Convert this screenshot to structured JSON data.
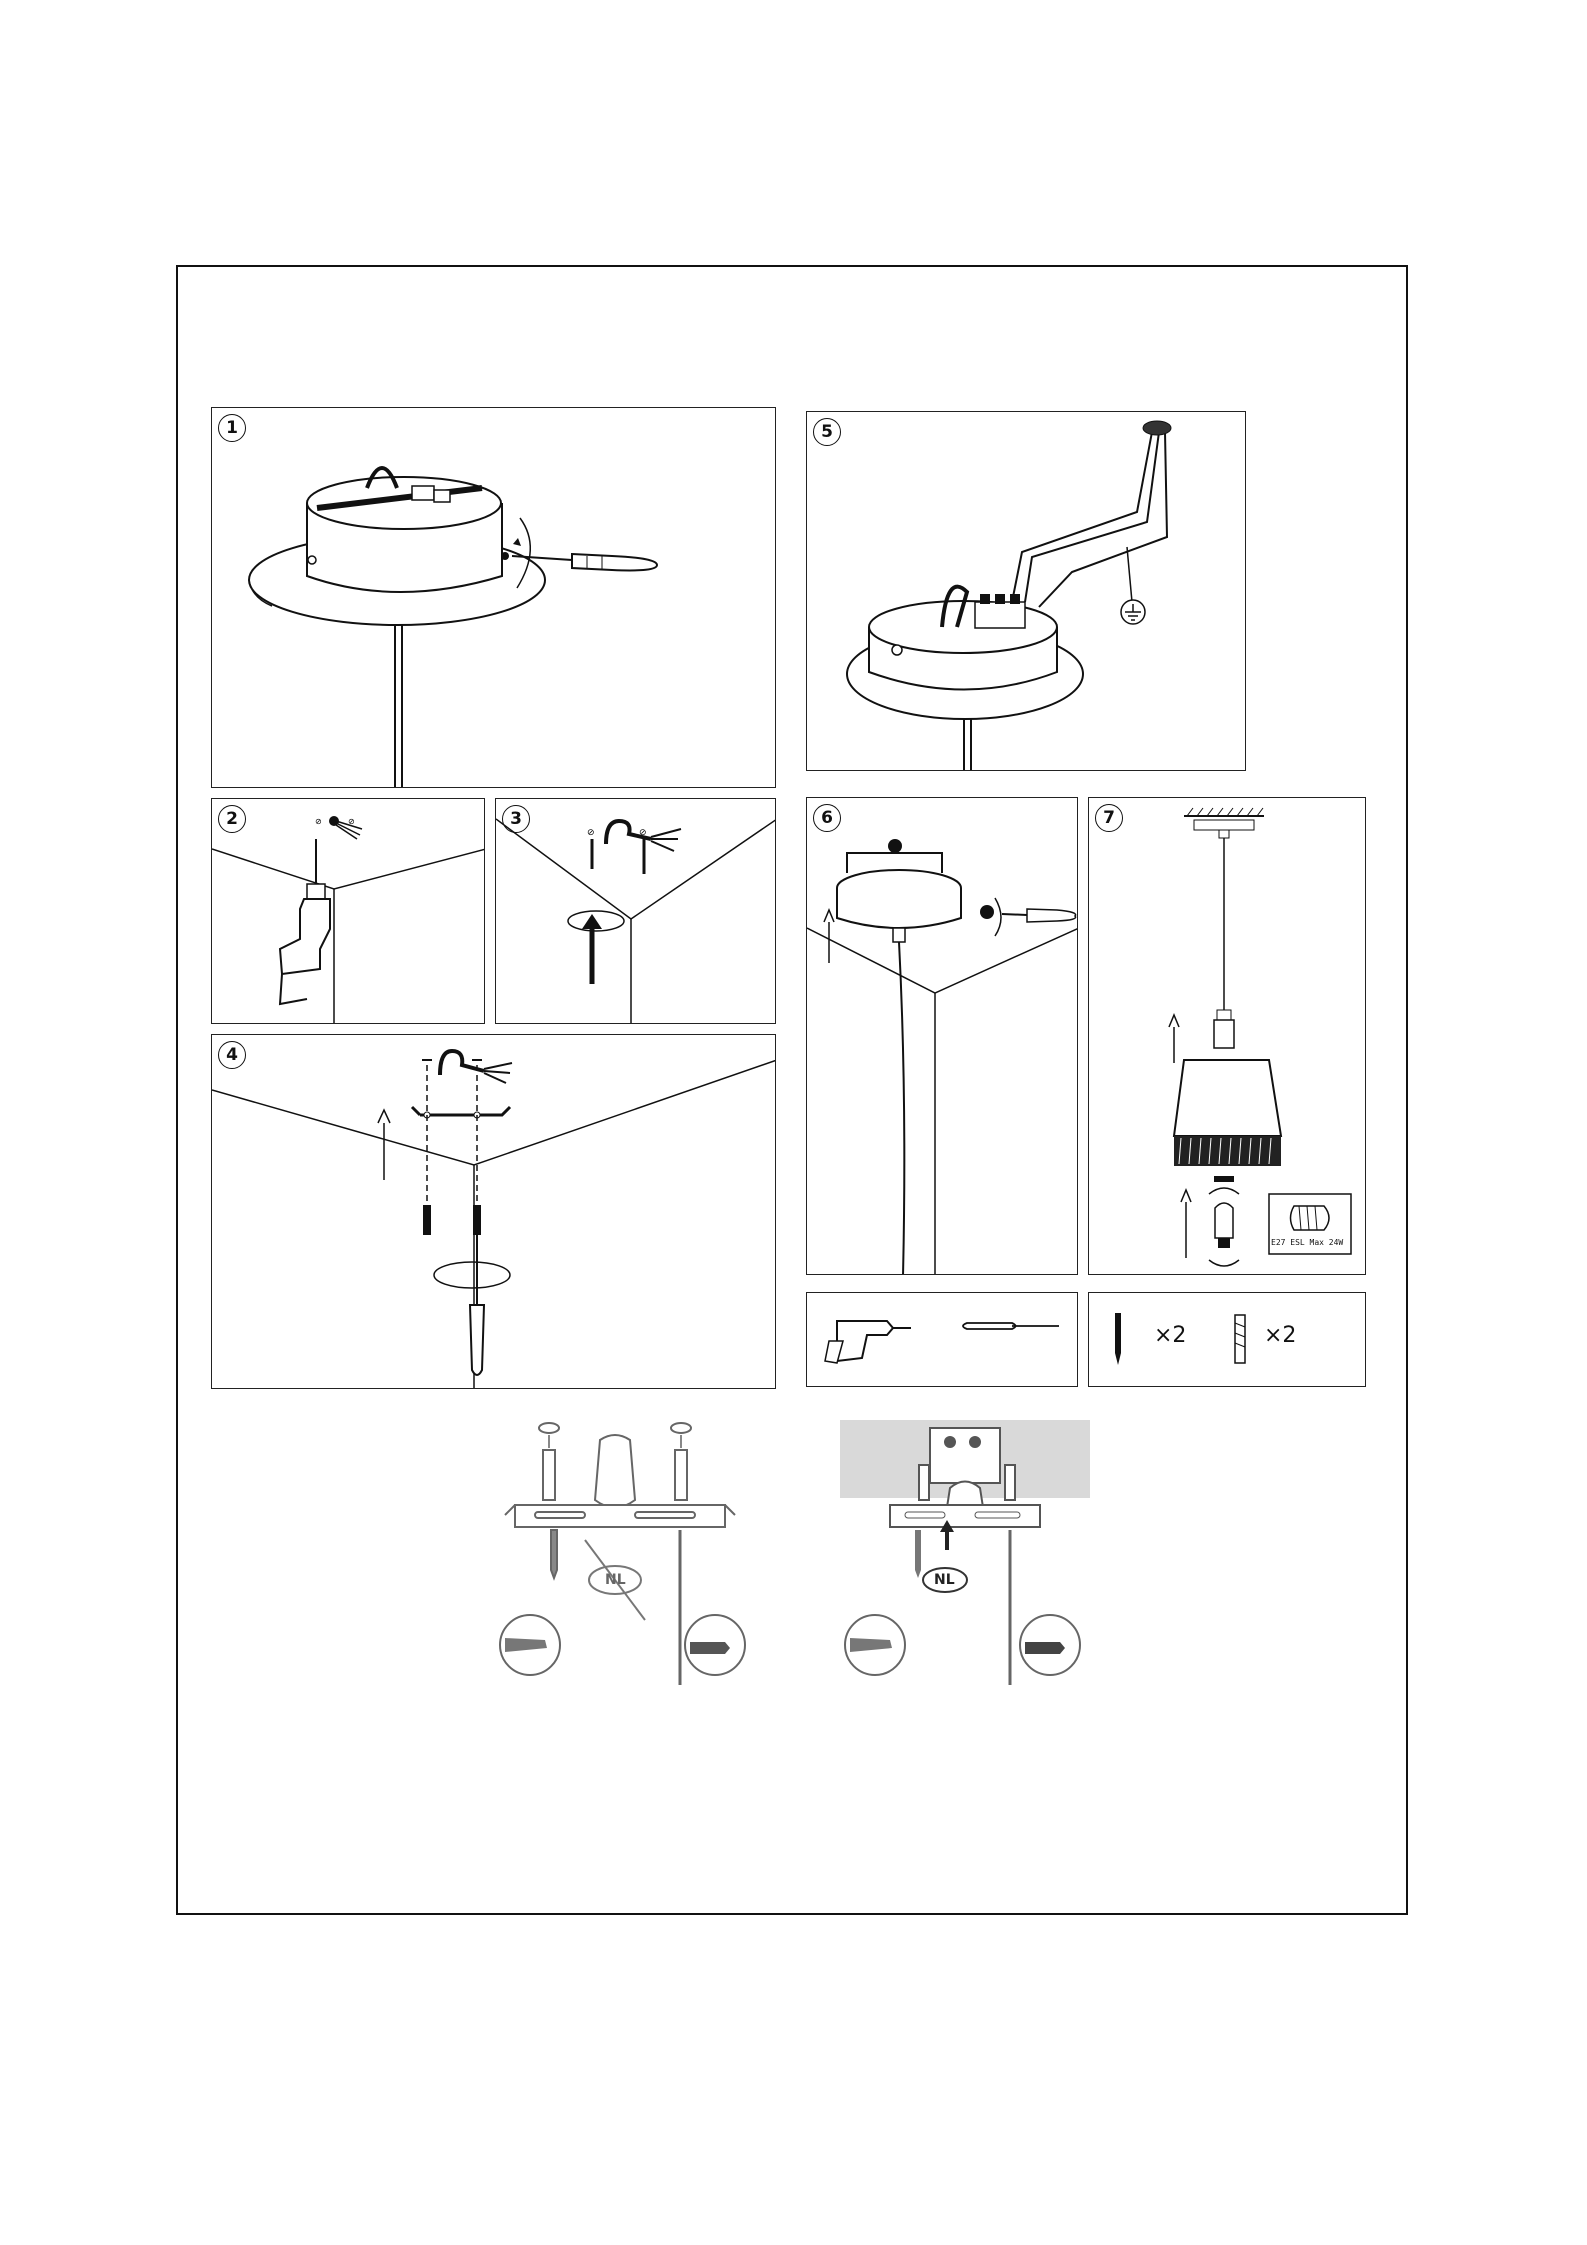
{
  "steps": [
    {
      "number": "1"
    },
    {
      "number": "2"
    },
    {
      "number": "3"
    },
    {
      "number": "4"
    },
    {
      "number": "5"
    },
    {
      "number": "6"
    },
    {
      "number": "7"
    }
  ],
  "bulb_label": "E27 ESL Max 24W",
  "parts": {
    "screw_qty": "×2",
    "anchor_qty": "×2"
  },
  "bottom": {
    "left_badge": "NL",
    "right_badge": "NL"
  },
  "icons": [
    "drill-icon",
    "screwdriver-icon",
    "screw-icon",
    "wall-anchor-icon",
    "ground-symbol-icon"
  ]
}
